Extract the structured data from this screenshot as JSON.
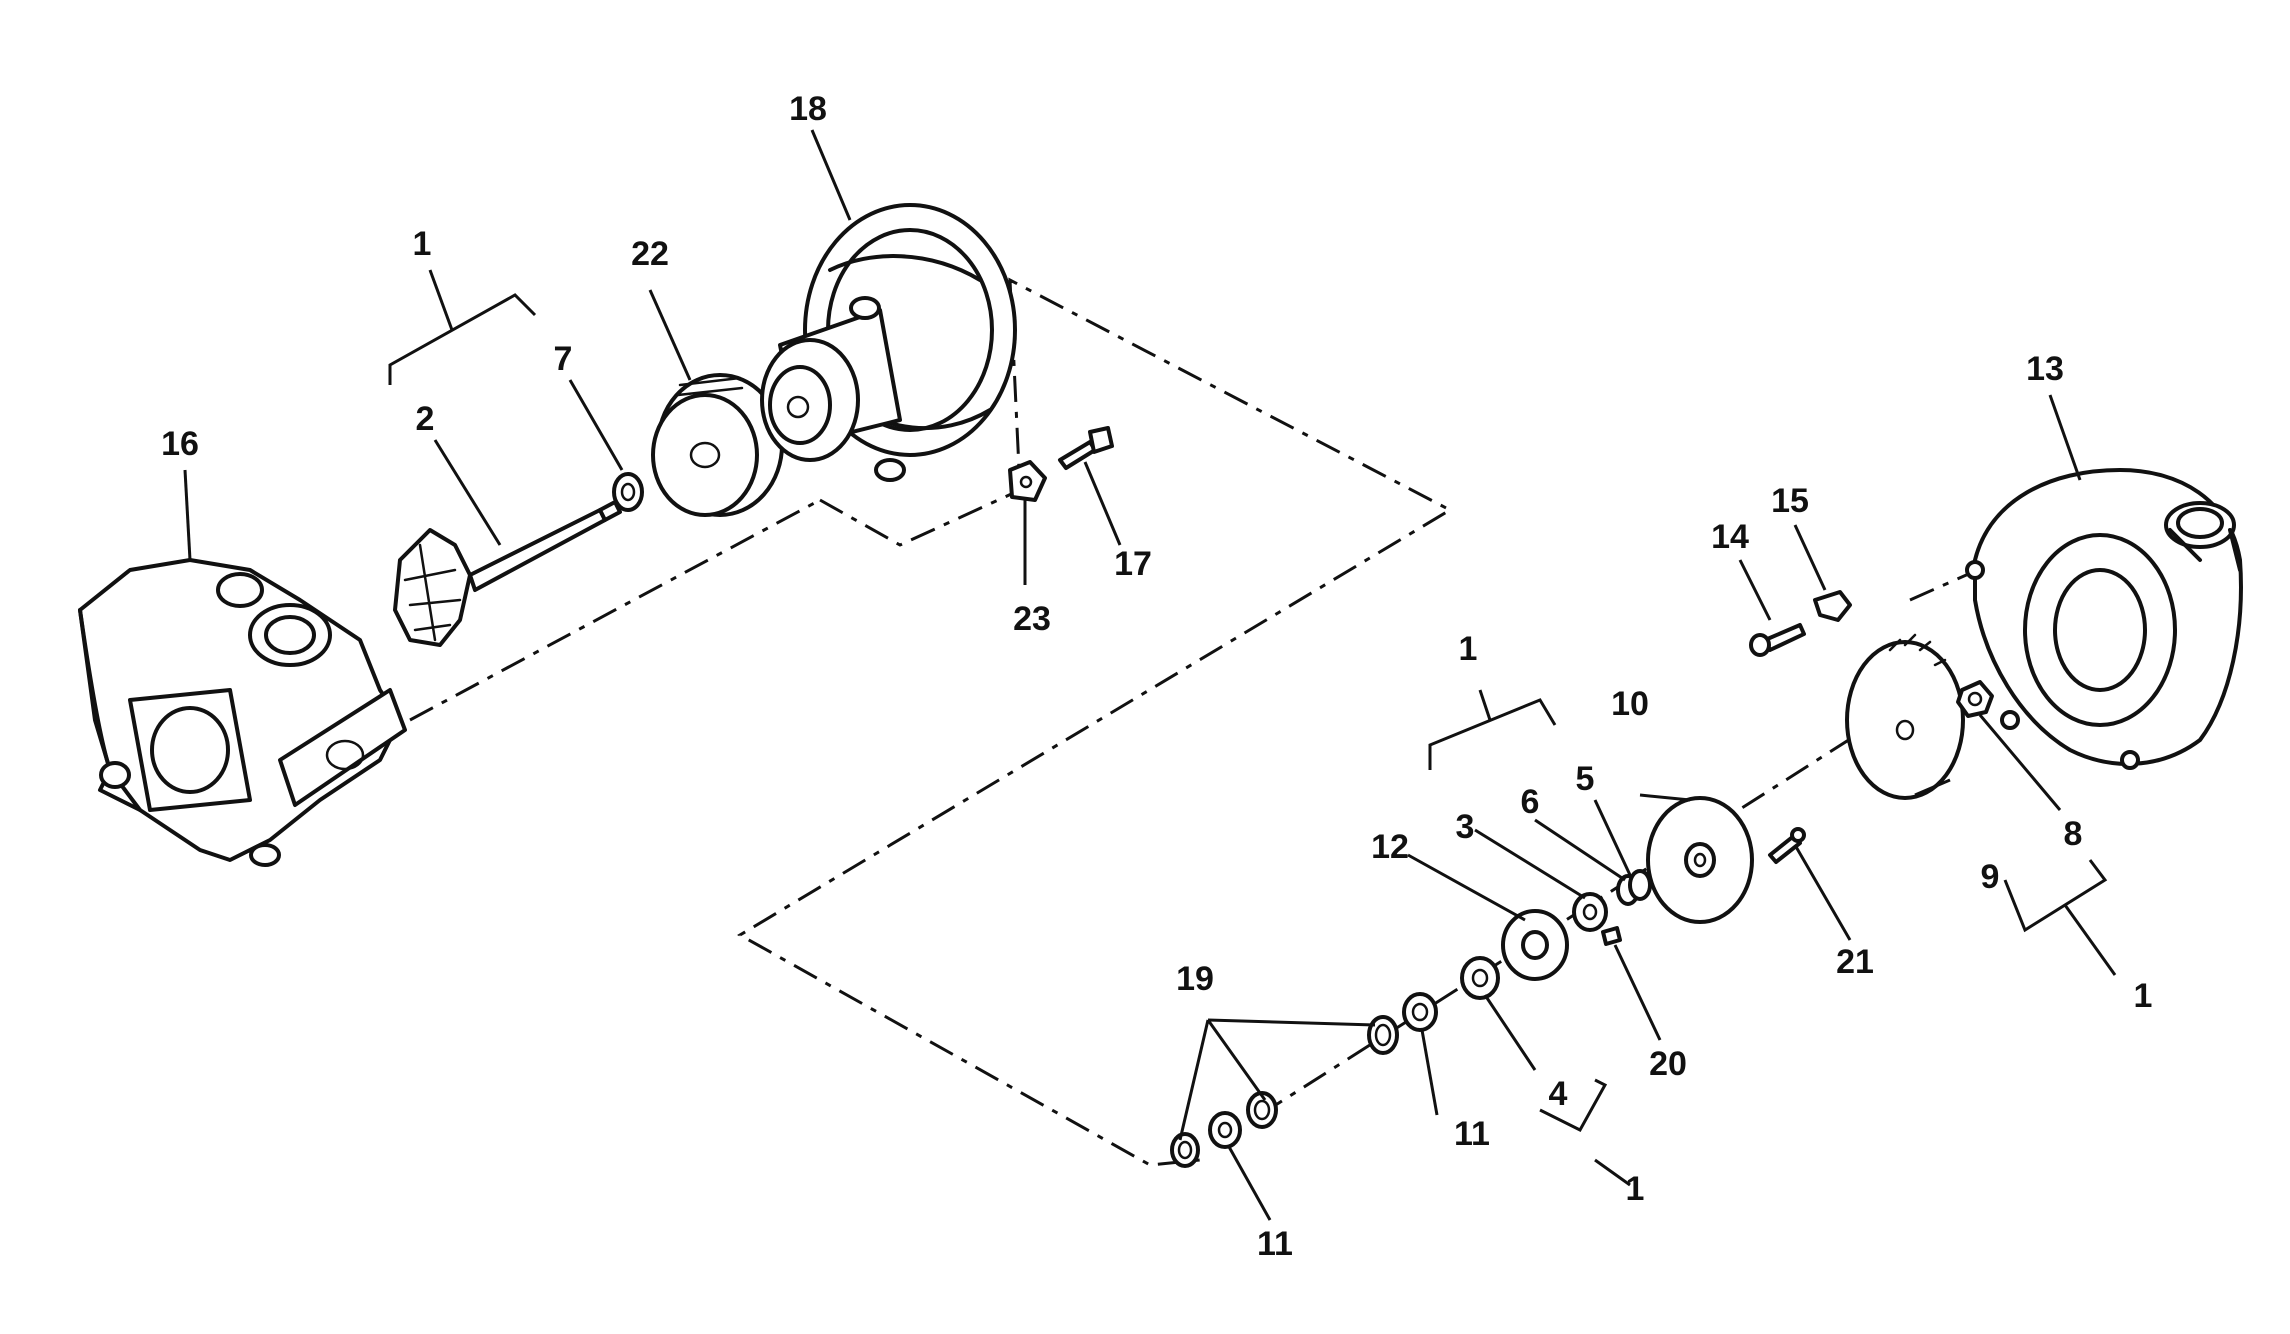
{
  "callouts": {
    "c1_top": "1",
    "c2": "2",
    "c7": "7",
    "c16": "16",
    "c22": "22",
    "c18": "18",
    "c23": "23",
    "c17": "17",
    "c13": "13",
    "c14": "14",
    "c15": "15",
    "c1_mid": "1",
    "c10": "10",
    "c5": "5",
    "c6": "6",
    "c3": "3",
    "c12": "12",
    "c9": "9",
    "c8": "8",
    "c1_right": "1",
    "c21": "21",
    "c20": "20",
    "c19": "19",
    "c11_a": "11",
    "c4": "4",
    "c1_bottom": "1",
    "c11_b": "11"
  }
}
